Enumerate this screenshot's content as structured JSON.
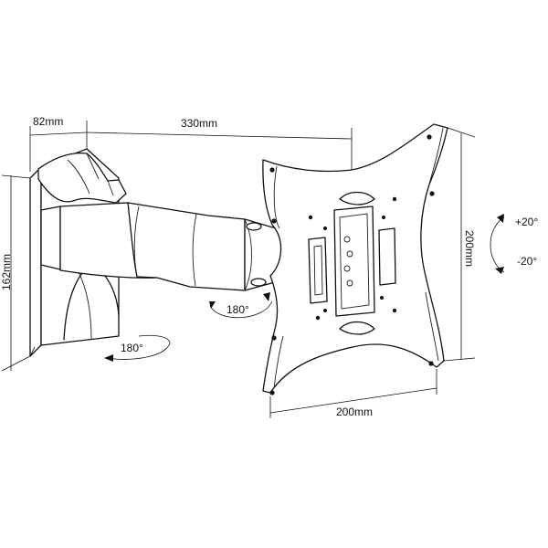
{
  "dimensions": {
    "wall_plate_depth": "82mm",
    "arm_extension": "330mm",
    "wall_plate_height": "162mm",
    "vesa_vertical": "200mm",
    "vesa_horizontal": "200mm"
  },
  "rotations": {
    "tilt_up": "+20°",
    "tilt_down": "-20°",
    "swivel_head": "180°",
    "swivel_wall": "180°"
  },
  "colors": {
    "line": "#111111",
    "background": "#ffffff"
  }
}
